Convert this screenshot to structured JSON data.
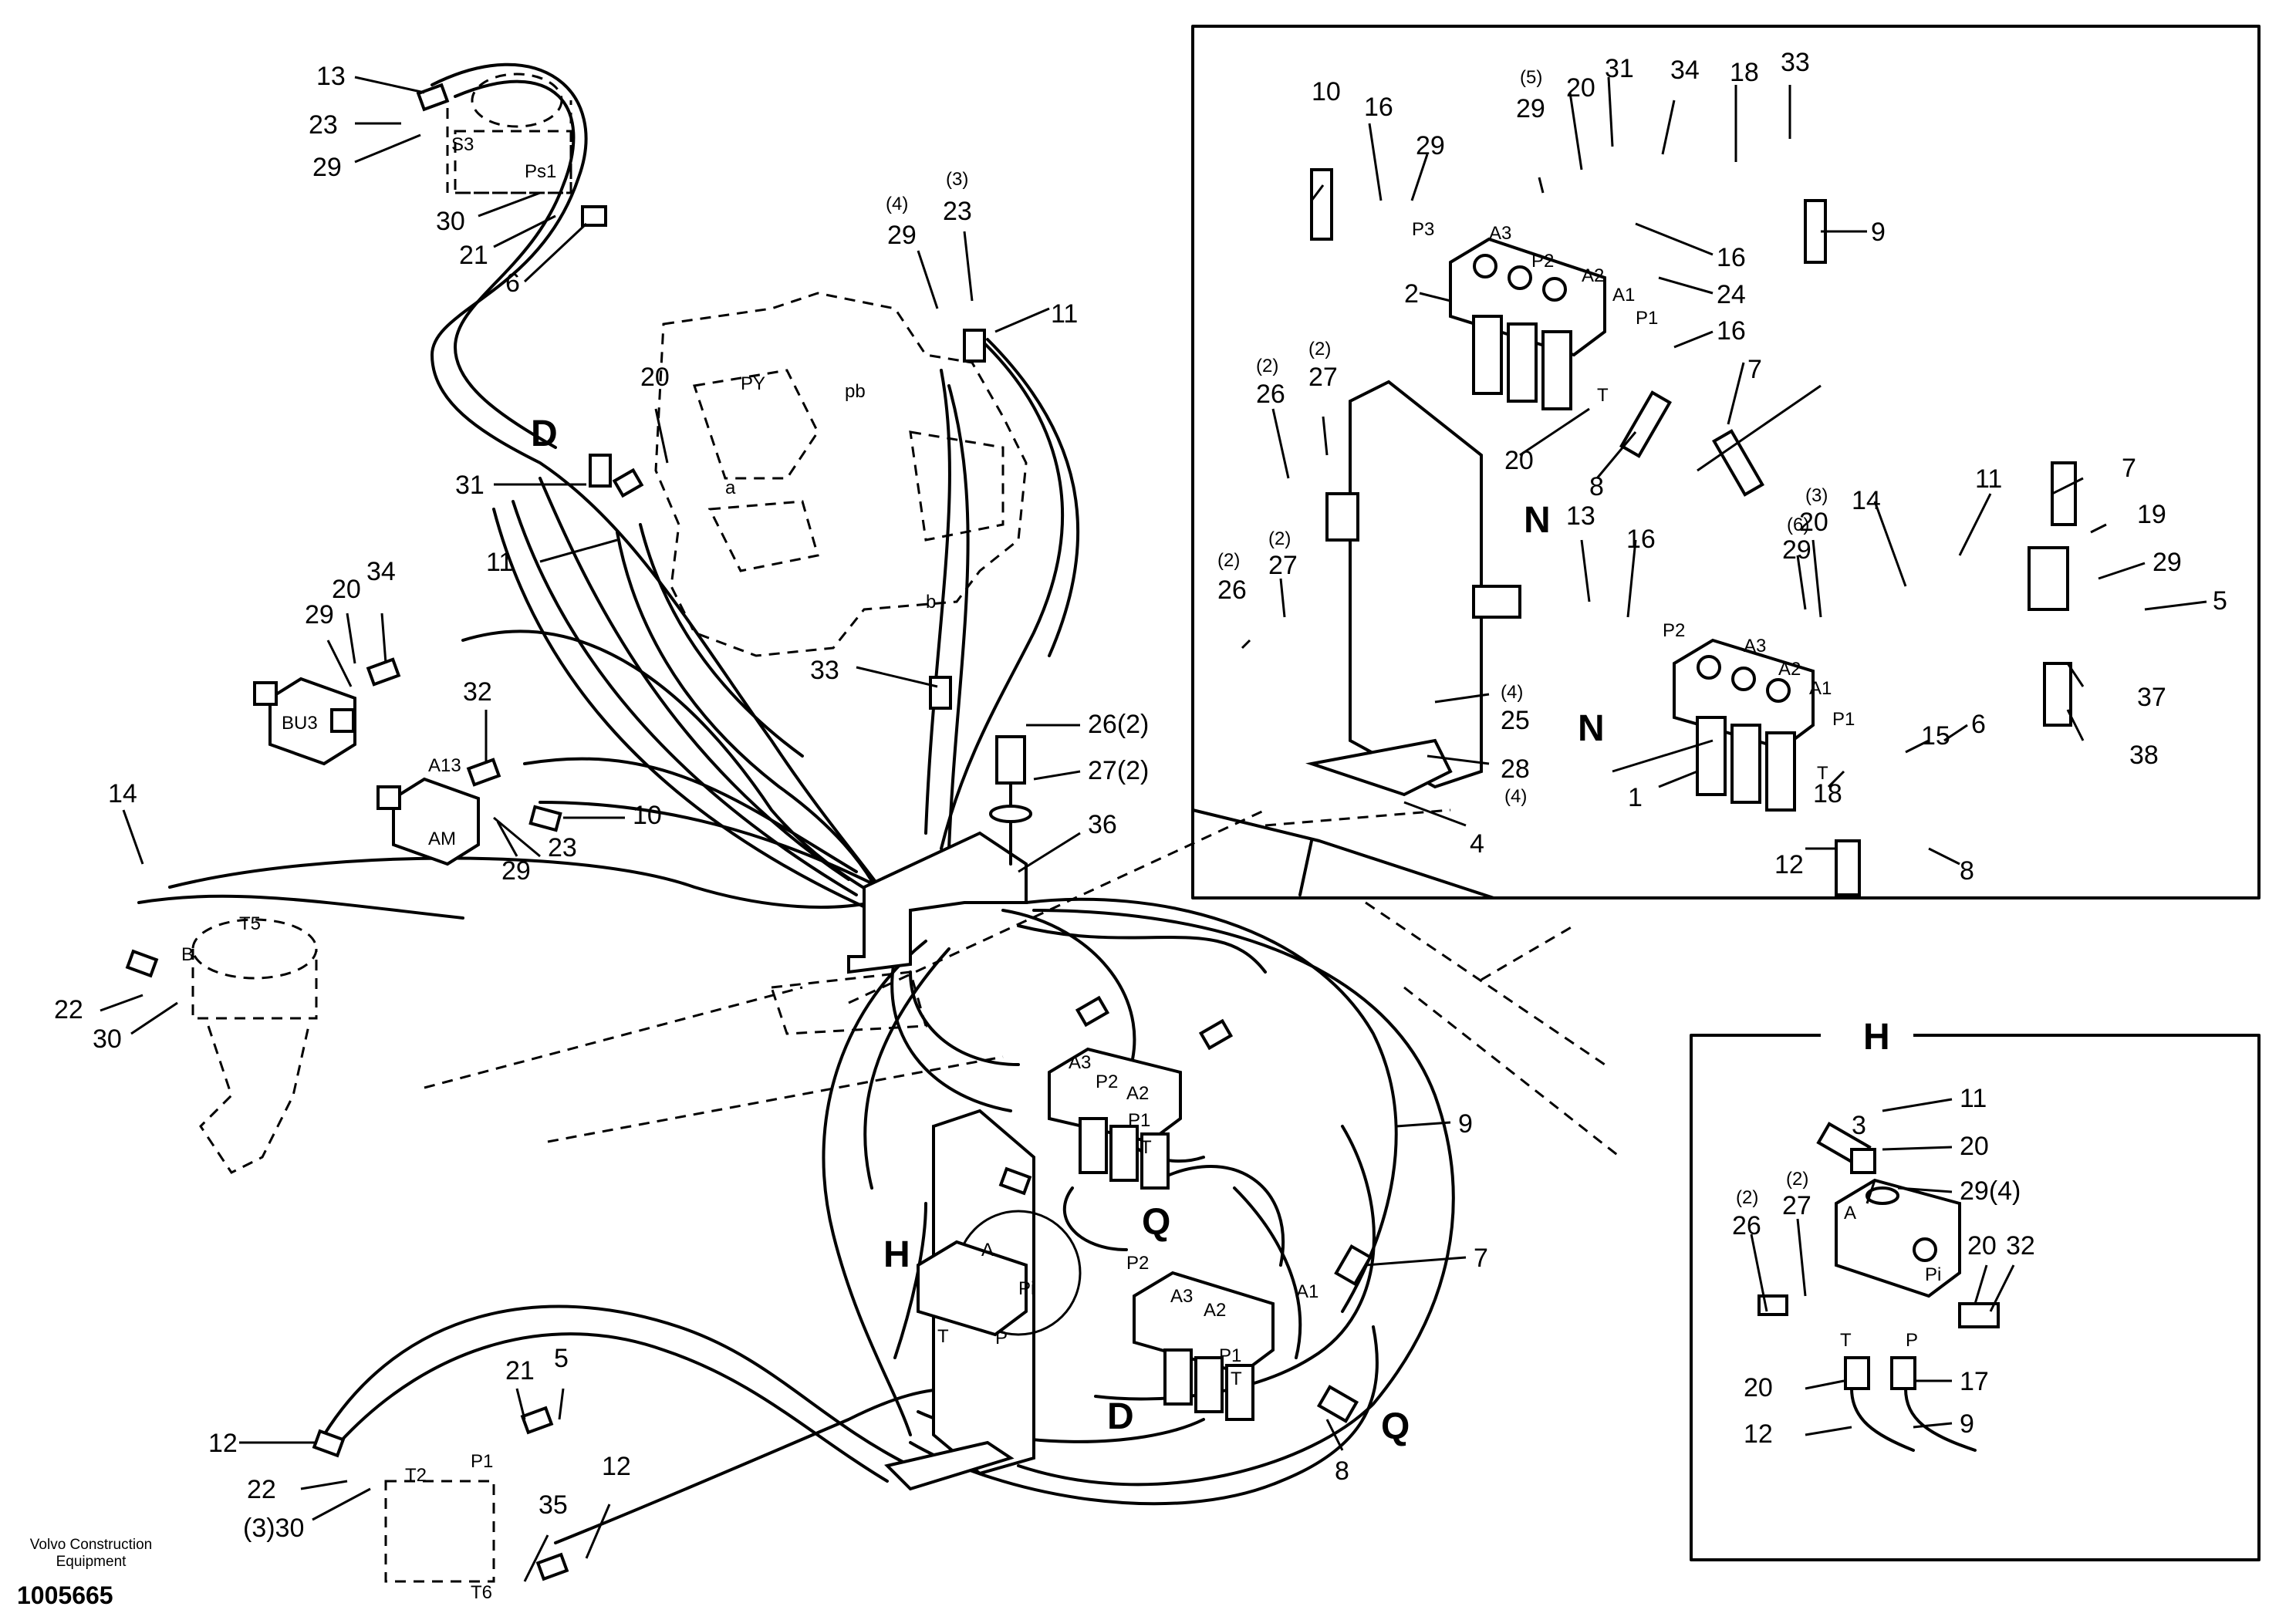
{
  "callouts": {
    "c13_tl": "13",
    "c23_tl": "23",
    "c29_tl": "29",
    "c30_tl": "30",
    "c21_tl": "21",
    "c6_tl": "6",
    "c4_29": "(4)",
    "c29_mid": "29",
    "c3_23": "(3)",
    "c23_mid": "23",
    "c11_top": "11",
    "c20_mid": "20",
    "c31_mid": "31",
    "c11_mid": "11",
    "c33_mid": "33",
    "c29_bu3": "29",
    "c20_bu3": "20",
    "c34_bu3": "34",
    "c32_am": "32",
    "c10_am": "10",
    "c29_am": "29",
    "c23_am": "23",
    "c14_l": "14",
    "c22_l": "22",
    "c30_l": "30",
    "c26_2": "26(2)",
    "c27_2": "27(2)",
    "c36": "36",
    "c9_mid": "9",
    "c7_mid": "7",
    "c8_bot": "8",
    "c12_bl": "12",
    "c21_bl": "21",
    "c5_bl": "5",
    "c22_bl": "22",
    "c30_bl": "(3)30",
    "c35_bl": "35",
    "c12_bl2": "12",
    "n_10": "10",
    "n_16": "16",
    "n_29a": "29",
    "n_5par": "(5)",
    "n_29b": "29",
    "n_20": "20",
    "n_31": "31",
    "n_34": "34",
    "n_18": "18",
    "n_33": "33",
    "n_9": "9",
    "n_16b": "16",
    "n_24": "24",
    "n_2": "2",
    "n_16c": "16",
    "n_7": "7",
    "n_2par_a": "(2)",
    "n_26a": "26",
    "n_2par_b": "(2)",
    "n_27a": "27",
    "n_20b": "20",
    "n_8": "8",
    "n_2par_c": "(2)",
    "n_27b": "27",
    "n_2par_d": "(2)",
    "n_26b": "26",
    "n_13": "13",
    "n_16d": "16",
    "n_6par": "(6)",
    "n_29c": "29",
    "n_3par": "(3)",
    "n_20c": "20",
    "n_14": "14",
    "n_11": "11",
    "n_7b": "7",
    "n_19": "19",
    "n_29d": "29",
    "n_5": "5",
    "n_37": "37",
    "n_38": "38",
    "n_4par_a": "(4)",
    "n_25": "25",
    "n_28": "28",
    "n_4par_b": "(4)",
    "n_4": "4",
    "n_1": "1",
    "n_15": "15",
    "n_6": "6",
    "n_18b": "18",
    "n_12": "12",
    "n_8b": "8",
    "h_11": "11",
    "h_3": "3",
    "h_20": "20",
    "h_29": "29(4)",
    "h_2par_a": "(2)",
    "h_26": "26",
    "h_2par_b": "(2)",
    "h_27": "27",
    "h_20b": "20",
    "h_32": "32",
    "h_20c": "20",
    "h_17": "17",
    "h_12": "12",
    "h_9": "9"
  },
  "port_labels": {
    "s3": "S3",
    "ps1": "Ps1",
    "py": "PY",
    "pb": "pb",
    "a_port": "a",
    "b_port": "b",
    "bu3": "BU3",
    "a13": "A13",
    "am": "AM",
    "b_sw": "B",
    "t5": "T5",
    "a3": "A3",
    "p2": "P2",
    "a2": "A2",
    "p1": "P1",
    "t": "T",
    "a1": "A1",
    "p3": "P3",
    "a": "A",
    "pi": "Pi",
    "p": "P",
    "t2": "T2",
    "t6": "T6"
  },
  "view_labels": {
    "d1": "D",
    "d2": "D",
    "n1": "N",
    "n2": "N",
    "h1": "H",
    "h_title": "H",
    "q1": "Q",
    "q2": "Q"
  },
  "credit": {
    "company": "Volvo Construction Equipment",
    "doc_number": "1005665"
  }
}
